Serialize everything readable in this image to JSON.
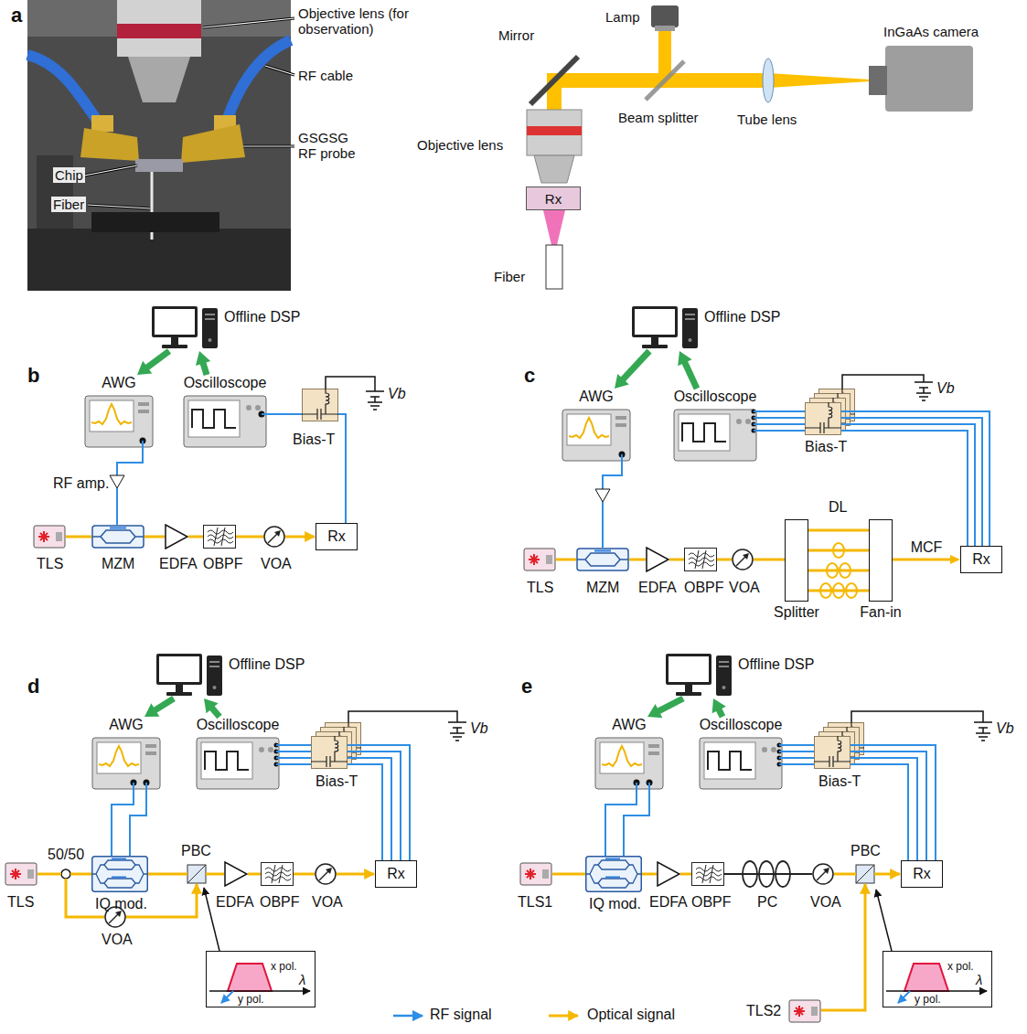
{
  "diagram": {
    "nodes": [
      {
        "text": [
          "Rx"
        ]
      },
      {
        "text": [
          "Offline DSP"
        ]
      },
      {
        "text": [
          "AWG"
        ]
      },
      {
        "text": [
          "Oscilloscope"
        ]
      },
      {
        "text": [
          "Rx"
        ]
      },
      {
        "text": [
          "Offline DSP"
        ]
      },
      {
        "text": [
          "AWG"
        ]
      },
      {
        "text": [
          "Oscilloscope"
        ]
      },
      {
        "text": [
          "Splitter"
        ]
      },
      {
        "text": [
          "Fan-in"
        ]
      },
      {
        "text": [
          "Rx"
        ]
      },
      {
        "text": [
          "Offline DSP"
        ]
      },
      {
        "text": [
          "AWG"
        ]
      },
      {
        "text": [
          "Oscilloscope"
        ]
      },
      {
        "text": [
          "Rx"
        ]
      },
      {
        "text": [
          "x pol.",
          "y pol.",
          "λ"
        ]
      },
      {
        "text": [
          "Offline DSP"
        ]
      },
      {
        "text": [
          "AWG"
        ]
      },
      {
        "text": [
          "Oscilloscope"
        ]
      },
      {
        "text": [
          "Rx"
        ]
      },
      {
        "text": [
          "x pol.",
          "y pol.",
          "λ"
        ]
      }
    ],
    "edges": [
      {
        "from": 1,
        "to": 2,
        "arrow": "to"
      },
      {
        "from": 3,
        "to": 1,
        "arrow": "to"
      },
      {
        "from": 5,
        "to": 6,
        "arrow": "to"
      },
      {
        "from": 7,
        "to": 5,
        "arrow": "to"
      },
      {
        "from": 8,
        "to": 9,
        "arrow": "none"
      },
      {
        "from": 8,
        "to": 9,
        "arrow": "none"
      },
      {
        "from": 8,
        "to": 9,
        "arrow": "none"
      },
      {
        "from": 8,
        "to": 9,
        "arrow": "none"
      },
      {
        "from": 9,
        "to": 10,
        "arrow": "to",
        "label": "MCF"
      },
      {
        "from": 11,
        "to": 12,
        "arrow": "to"
      },
      {
        "from": 13,
        "to": 11,
        "arrow": "to"
      },
      {
        "from": 16,
        "to": 17,
        "arrow": "to"
      },
      {
        "from": 18,
        "to": 16,
        "arrow": "to"
      }
    ],
    "labels": [
      "a",
      "Objective lens (for observation)",
      "RF cable",
      "GSGSG RF probe",
      "Chip",
      "Fiber",
      "Mirror",
      "Lamp",
      "Beam splitter",
      "Tube lens",
      "InGaAs camera",
      "Objective lens",
      "Fiber",
      "b",
      "RF amp.",
      "Bias-T",
      "Vb",
      "TLS",
      "MZM",
      "EDFA",
      "OBPF",
      "VOA",
      "c",
      "Bias-T",
      "Vb",
      "TLS",
      "MZM",
      "EDFA",
      "OBPF",
      "VOA",
      "DL",
      "d",
      "Bias-T",
      "Vb",
      "50/50",
      "PBC",
      "TLS",
      "IQ mod.",
      "EDFA",
      "OBPF",
      "VOA",
      "VOA",
      "e",
      "Bias-T",
      "Vb",
      "TLS1",
      "IQ mod.",
      "EDFA",
      "OBPF",
      "PC",
      "VOA",
      "PBC",
      "TLS2"
    ],
    "legend": [
      {
        "text": "RF signal"
      },
      {
        "text": "Optical signal"
      }
    ]
  }
}
